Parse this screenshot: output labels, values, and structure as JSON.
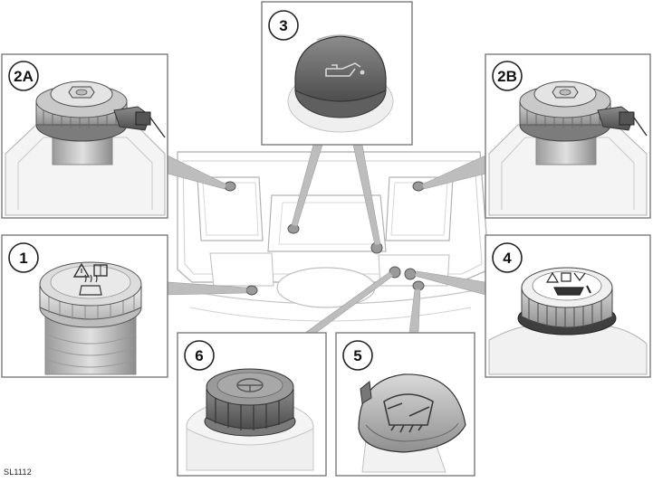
{
  "figure_code": "SL1112",
  "callouts": {
    "c1": "1",
    "c2a": "2A",
    "c2b": "2B",
    "c3": "3",
    "c4": "4",
    "c5": "5",
    "c6": "6"
  }
}
